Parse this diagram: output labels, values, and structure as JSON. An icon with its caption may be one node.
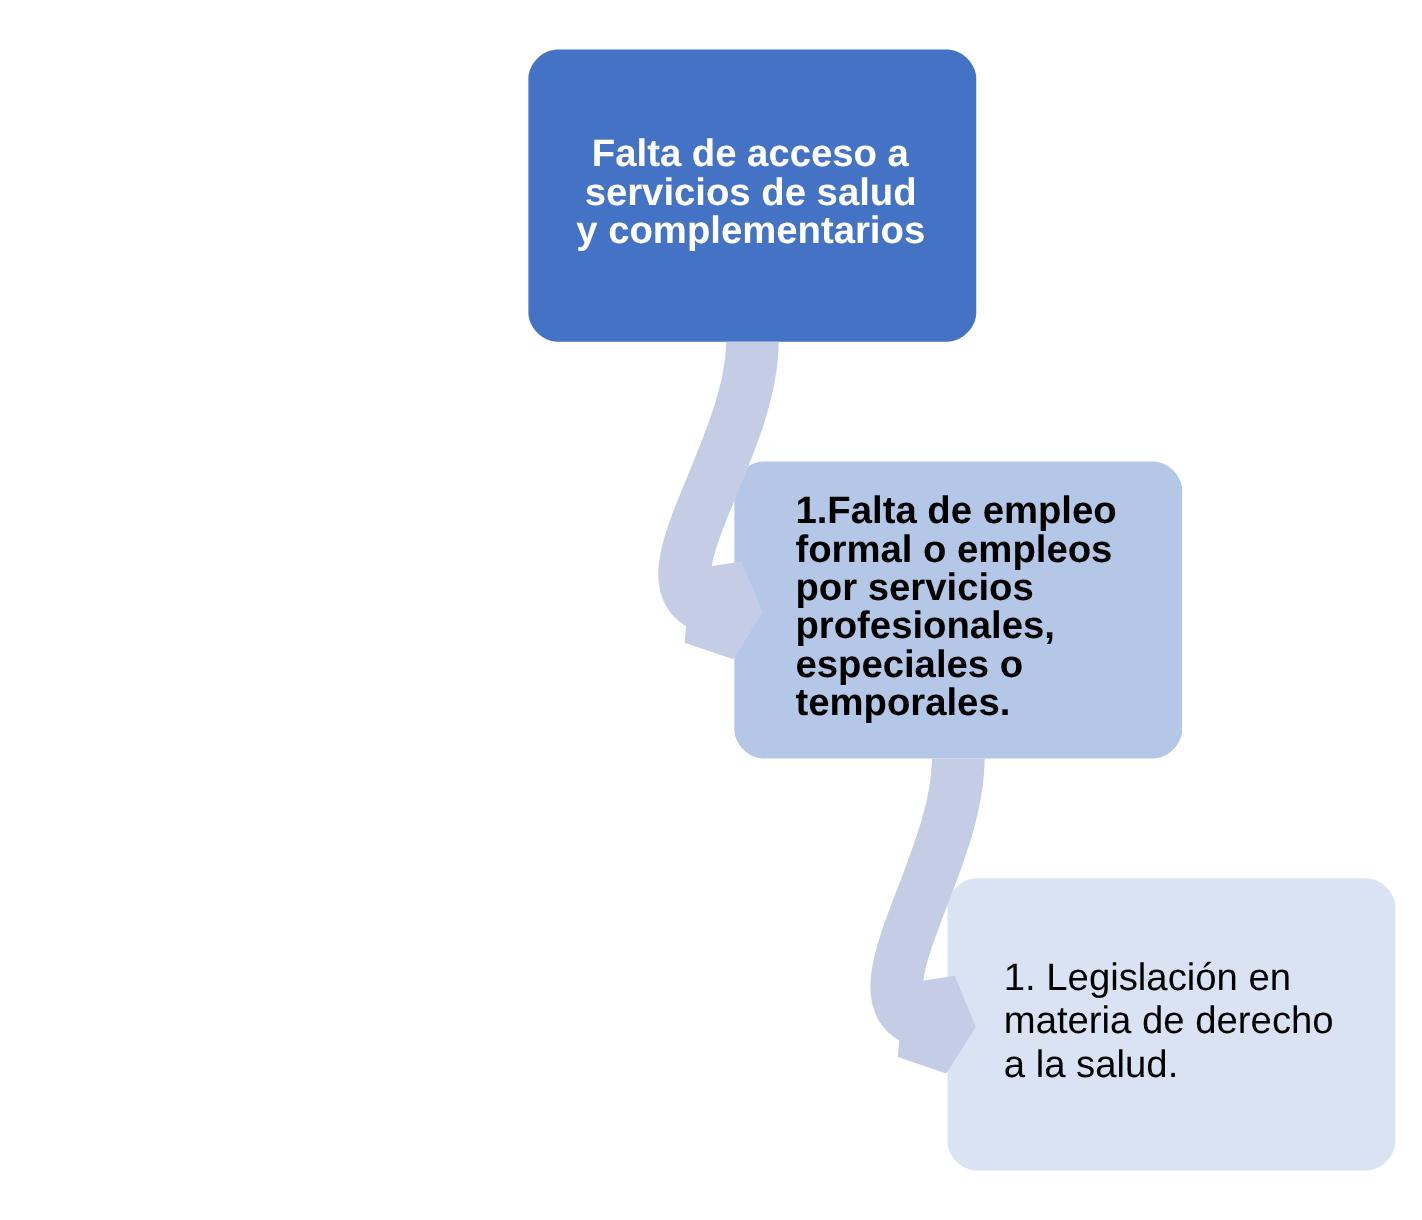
{
  "diagram": {
    "nodes": [
      {
        "text": [
          "Falta de acceso a servicios de salud y complementarios"
        ]
      },
      {
        "text": [
          "1.Falta de empleo formal o empleos por servicios profesionales, especiales o temporales."
        ]
      },
      {
        "text": [
          "1. Legislación en materia de derecho a la salud."
        ]
      }
    ],
    "edges": [
      {
        "from": 0,
        "to": 1,
        "arrow": "to"
      },
      {
        "from": 1,
        "to": 2,
        "arrow": "to"
      }
    ]
  }
}
